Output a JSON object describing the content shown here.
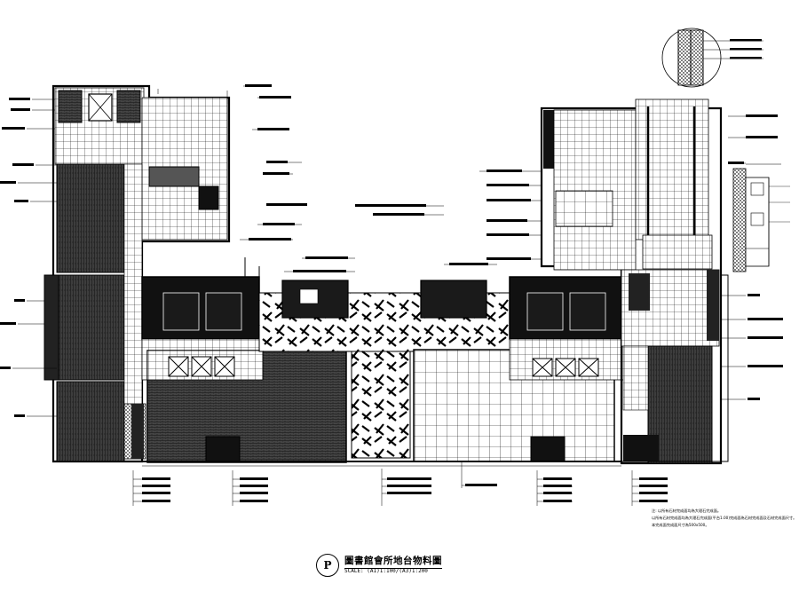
{
  "drawing": {
    "title": "圖書館會所地台物料圖",
    "tag": "P",
    "scale": "SCALE: (A1)1:100/(A3)1:200"
  },
  "notes": [
    "注: 以所有石材完成面均為大理石完成面。",
    "以所有石材完成面均為大理石完成面(平台1.00)完成面為石材完成面及石材完成面尺寸。",
    "本完成面完成面尺寸為500x500。"
  ],
  "colors": {
    "line": "#000000",
    "dark_fill": "#1a1a1a",
    "wood_fill": "#3a3a3a",
    "paper": "#ffffff"
  }
}
